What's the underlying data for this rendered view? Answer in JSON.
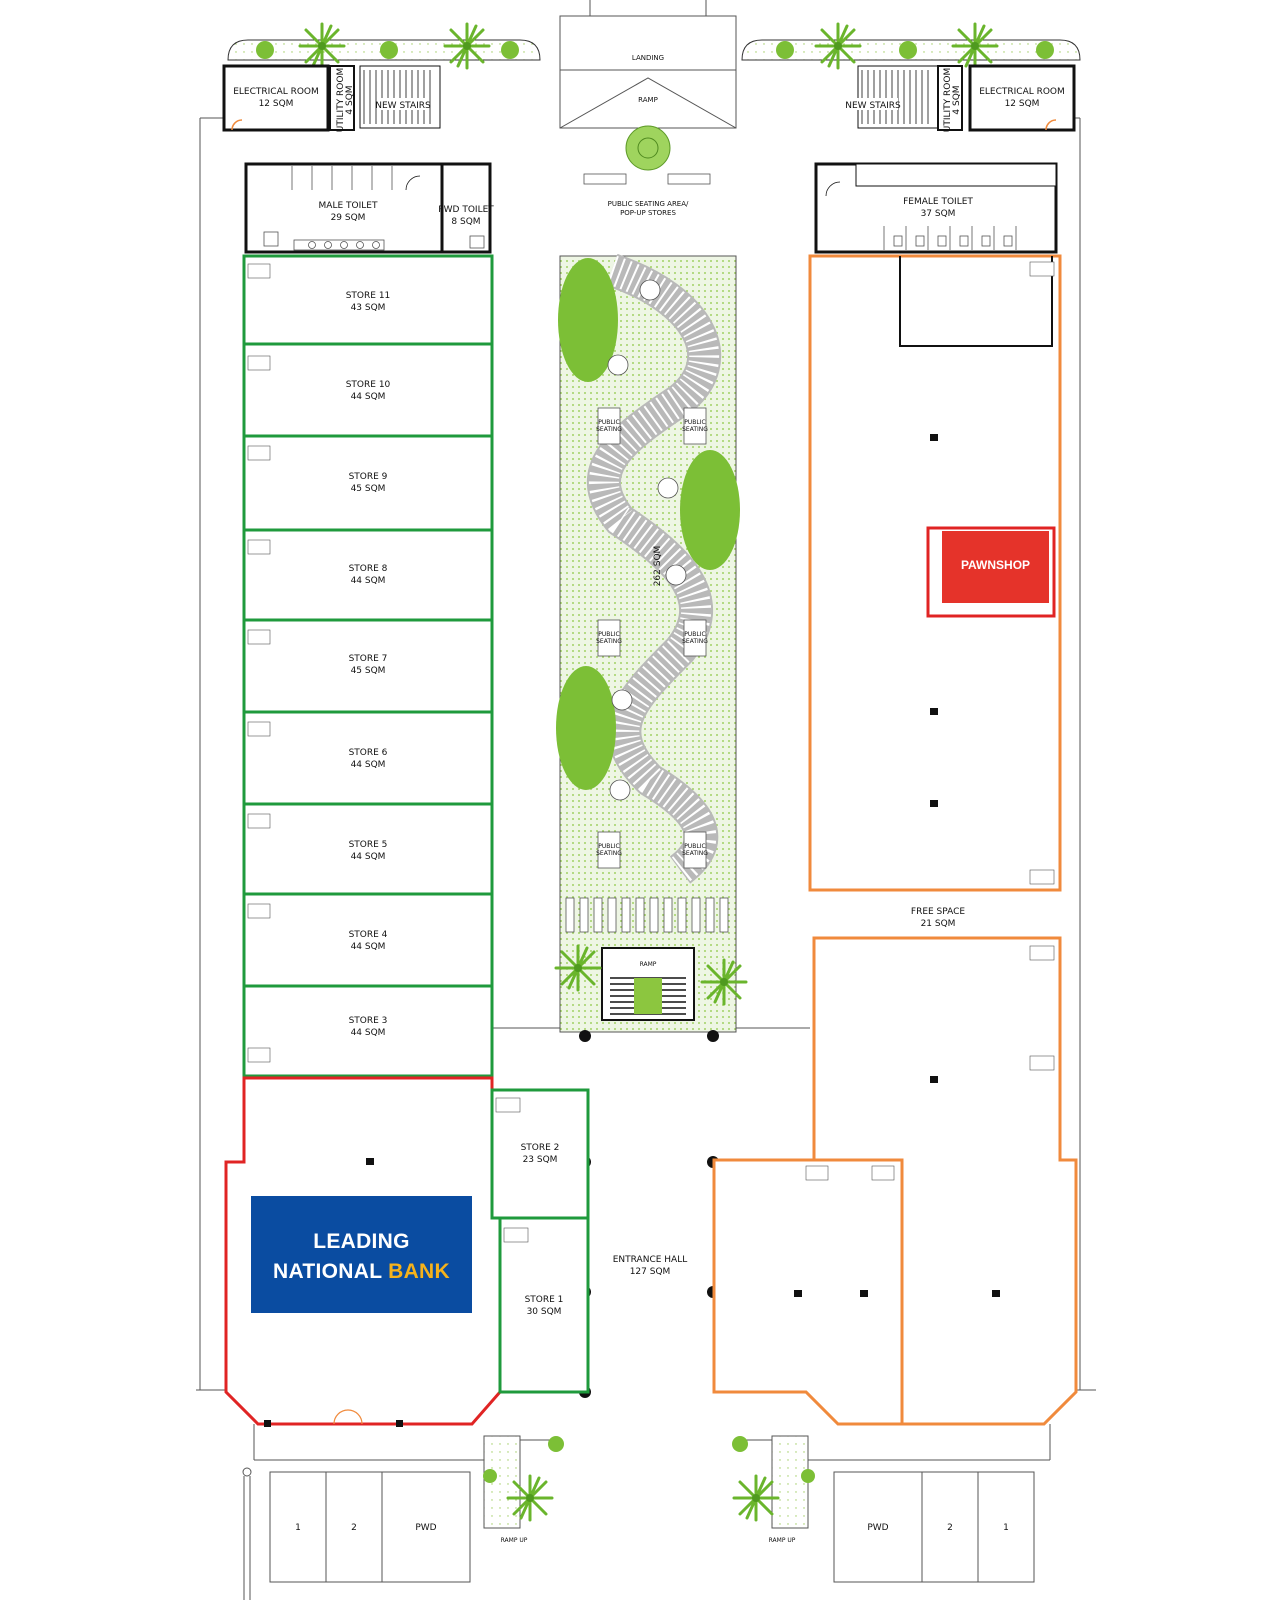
{
  "rooms": {
    "electrical_left": {
      "name": "ELECTRICAL ROOM",
      "area": "12 SQM"
    },
    "electrical_right": {
      "name": "ELECTRICAL ROOM",
      "area": "12 SQM"
    },
    "utility_left": {
      "name": "UTILITY ROOM",
      "area": "4 SQM"
    },
    "utility_right": {
      "name": "UTILITY ROOM",
      "area": "4 SQM"
    },
    "stairs_left": "NEW STAIRS",
    "stairs_right": "NEW STAIRS",
    "landing": "LANDING",
    "ramp_top": "RAMP",
    "public_seating_area": "PUBLIC SEATING AREA/",
    "popup_stores": "POP-UP STORES",
    "male_toilet": {
      "name": "MALE TOILET",
      "area": "29 SQM"
    },
    "pwd_toilet": {
      "name": "PWD TOILET",
      "area": "8 SQM"
    },
    "female_toilet": {
      "name": "FEMALE TOILET",
      "area": "37 SQM"
    },
    "courtyard_area": "262 SQM",
    "free_space": {
      "name": "FREE SPACE",
      "area": "21 SQM"
    },
    "entrance_hall": {
      "name": "ENTRANCE HALL",
      "area": "127 SQM"
    },
    "store_2": {
      "name": "STORE 2",
      "area": "23 SQM"
    },
    "store_1": {
      "name": "STORE 1",
      "area": "30 SQM"
    },
    "ramp_center": "RAMP"
  },
  "stores_left": [
    {
      "name": "STORE 11",
      "area": "43 SQM"
    },
    {
      "name": "STORE 10",
      "area": "44 SQM"
    },
    {
      "name": "STORE 9",
      "area": "45 SQM"
    },
    {
      "name": "STORE 8",
      "area": "44 SQM"
    },
    {
      "name": "STORE 7",
      "area": "45 SQM"
    },
    {
      "name": "STORE 6",
      "area": "44 SQM"
    },
    {
      "name": "STORE 5",
      "area": "44 SQM"
    },
    {
      "name": "STORE 4",
      "area": "44 SQM"
    },
    {
      "name": "STORE 3",
      "area": "44 SQM"
    }
  ],
  "seating_labels": {
    "line1": "PUBLIC",
    "line2": "SEATING"
  },
  "tenants": {
    "bank": {
      "line1": "LEADING",
      "line2_a": "NATIONAL",
      "line2_b": "BANK"
    },
    "pawnshop": "PAWNSHOP"
  },
  "parking_left": [
    "1",
    "2",
    "PWD"
  ],
  "parking_right": [
    "PWD",
    "2",
    "1"
  ],
  "ramp_up_label": "RAMP UP",
  "colors": {
    "green_units": "#1f9a3c",
    "orange_units": "#f08a3c",
    "bank_unit": "#e02424",
    "bank_panel": "#0a4ca1",
    "bank_accent": "#f5b21b",
    "pawnshop_panel": "#e5332a",
    "landscape": "#8cc63f",
    "paving": "#e4f1d2"
  },
  "icons": [
    "palm-tree-icon",
    "tree-canopy-icon",
    "column-icon",
    "door-swing-icon",
    "stairs-icon"
  ]
}
